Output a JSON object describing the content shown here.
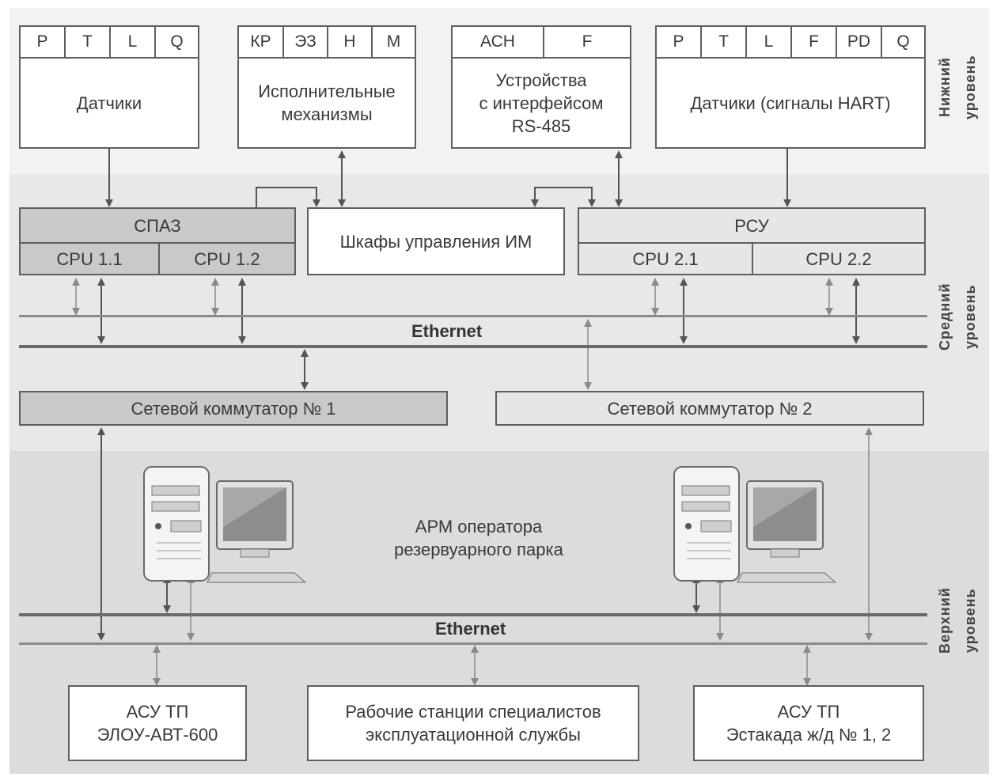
{
  "levels": {
    "lower": "Нижний\nуровень",
    "middle": "Средний\nуровень",
    "upper": "Верхний\nуровень"
  },
  "top_boxes": {
    "sensors": {
      "cells": [
        "P",
        "T",
        "L",
        "Q"
      ],
      "label": "Датчики"
    },
    "actuators": {
      "cells": [
        "КР",
        "ЭЗ",
        "Н",
        "М"
      ],
      "label": "Исполнительные\nмеханизмы"
    },
    "rs485": {
      "cells": [
        "АСН",
        "F"
      ],
      "label": "Устройства\nс интерфейсом\nRS-485"
    },
    "hart": {
      "cells": [
        "P",
        "T",
        "L",
        "F",
        "PD",
        "Q"
      ],
      "label": "Датчики (сигналы HART)"
    }
  },
  "middle": {
    "spaz": {
      "title": "СПАЗ",
      "cpu": [
        "CPU 1.1",
        "CPU 1.2"
      ]
    },
    "cabinets": "Шкафы управления ИМ",
    "rsu": {
      "title": "РСУ",
      "cpu": [
        "CPU 2.1",
        "CPU 2.2"
      ]
    },
    "ethernet": "Ethernet",
    "switch1": "Сетевой коммутатор № 1",
    "switch2": "Сетевой коммутатор № 2"
  },
  "upper": {
    "operator_ws": "АРМ оператора\nрезервуарного парка",
    "ethernet": "Ethernet",
    "bottom_boxes": [
      "АСУ ТП\nЭЛОУ-АВТ-600",
      "Рабочие станции специалистов\nэксплуатационной службы",
      "АСУ ТП\nЭстакада ж/д № 1, 2"
    ]
  },
  "colors": {
    "lower_band": "#f2f2f2",
    "middle_band": "#e8e8e8",
    "upper_band": "#dcdcdc",
    "spaz": "#c9c9c9",
    "line": "#5e5e5e"
  }
}
